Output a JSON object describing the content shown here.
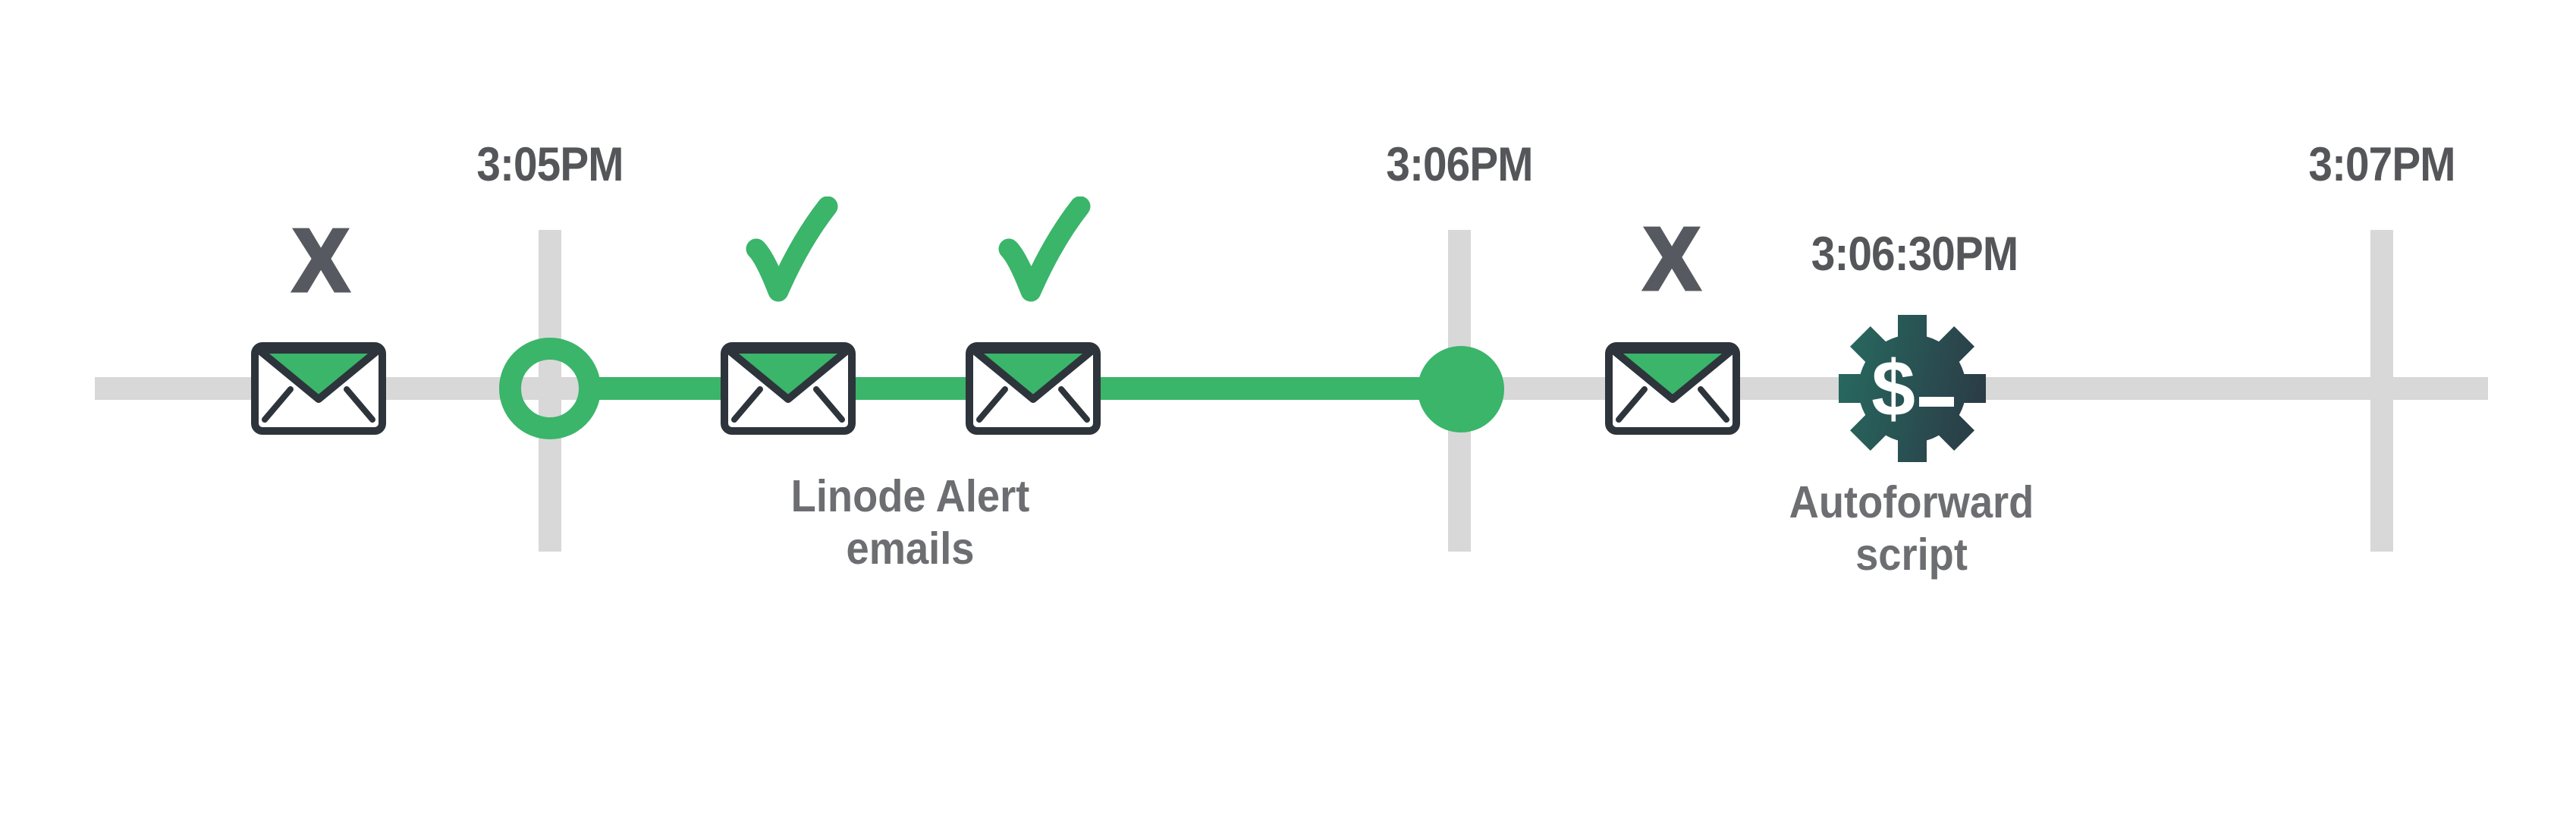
{
  "colors": {
    "background": "#FFFFFF",
    "green": "#3AB56A",
    "track": "#D8D8D8",
    "time_text": "#55565A",
    "caption_text": "#6D6E71",
    "x_text": "#565A60",
    "outline": "#2E343B",
    "gear_teal": "#27685F",
    "gear_slate": "#2B3B46"
  },
  "axis": {
    "ticks": [
      {
        "label": "3:05PM"
      },
      {
        "label": "3:06PM"
      },
      {
        "label": "3:07PM"
      }
    ]
  },
  "email_events": {
    "blocked_before_window": {
      "mark": "X"
    },
    "delivered_group": {
      "caption_line1": "Linode Alert",
      "caption_line2": "emails"
    },
    "blocked_after_window": {
      "mark": "X"
    }
  },
  "script_event": {
    "time_label": "3:06:30PM",
    "caption_line1": "Autoforward",
    "caption_line2": "script",
    "prompt_glyph": "$"
  },
  "icons": {
    "envelope": "envelope-icon",
    "checkmark": "checkmark-icon",
    "x_mark": "x-mark-icon",
    "gear": "gear-terminal-icon",
    "arrow": "curved-arrow-icon",
    "open_circle": "window-open-marker",
    "filled_circle": "window-close-marker"
  }
}
